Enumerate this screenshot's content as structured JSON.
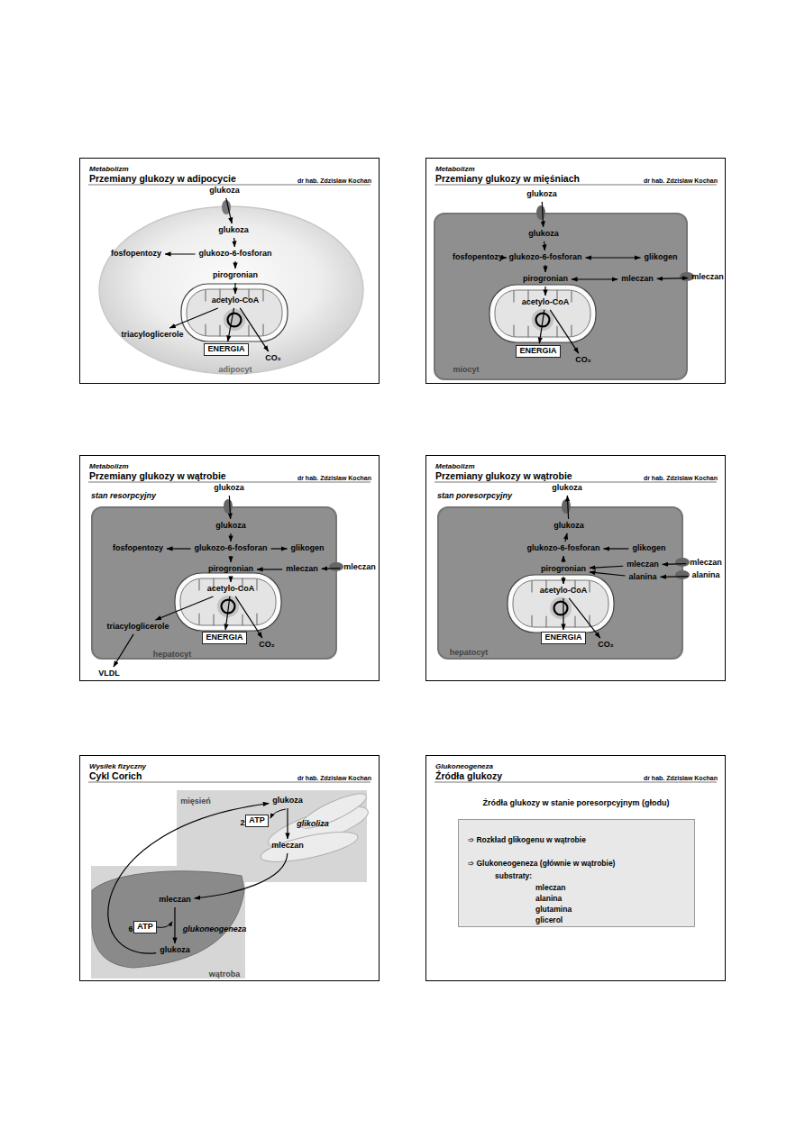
{
  "diagram": {
    "nodes": [
      {
        "text": [
          "Metabolizm",
          "Przemiany glukozy w adipocycie",
          "dr hab. Zdzislaw Kochan"
        ]
      },
      {
        "text": [
          "adipocyt"
        ],
        "in": 0
      },
      {
        "text": [
          "glukoza"
        ],
        "in": 0
      },
      {
        "text": [
          "glukoza"
        ],
        "in": 1
      },
      {
        "text": [
          "glukozo-6-fosforan"
        ],
        "in": 1
      },
      {
        "text": [
          "fosfopentozy"
        ],
        "in": 1
      },
      {
        "text": [
          "pirogronian"
        ],
        "in": 1
      },
      {
        "text": [
          "acetylo-CoA"
        ],
        "in": 1
      },
      {
        "text": [
          "triacyloglicerole"
        ],
        "in": 1
      },
      {
        "text": [
          "ENERGIA"
        ],
        "in": 1
      },
      {
        "text": [
          "CO₂"
        ],
        "in": 1
      },
      {
        "text": [
          "Metabolizm",
          "Przemiany glukozy w mięśniach",
          "dr hab. Zdzislaw Kochan"
        ]
      },
      {
        "text": [
          "miocyt"
        ],
        "in": 11
      },
      {
        "text": [
          "glukoza"
        ],
        "in": 11
      },
      {
        "text": [
          "glukoza"
        ],
        "in": 12
      },
      {
        "text": [
          "fosfopentozy"
        ],
        "in": 12
      },
      {
        "text": [
          "glukozo-6-fosforan"
        ],
        "in": 12
      },
      {
        "text": [
          "glikogen"
        ],
        "in": 12
      },
      {
        "text": [
          "pirogronian"
        ],
        "in": 12
      },
      {
        "text": [
          "mleczan"
        ],
        "in": 12
      },
      {
        "text": [
          "mleczan"
        ],
        "in": 11
      },
      {
        "text": [
          "acetylo-CoA"
        ],
        "in": 12
      },
      {
        "text": [
          "ENERGIA"
        ],
        "in": 12
      },
      {
        "text": [
          "CO₂"
        ],
        "in": 12
      },
      {
        "text": [
          "Metabolizm",
          "Przemiany glukozy w wątrobie",
          "dr hab. Zdzislaw Kochan"
        ]
      },
      {
        "text": [
          "hepatocyt"
        ],
        "in": 24
      },
      {
        "text": [
          "glukoza"
        ],
        "in": 24
      },
      {
        "text": [
          "glukoza"
        ],
        "in": 25
      },
      {
        "text": [
          "fosfopentozy"
        ],
        "in": 25
      },
      {
        "text": [
          "glukozo-6-fosforan"
        ],
        "in": 25
      },
      {
        "text": [
          "glikogen"
        ],
        "in": 25
      },
      {
        "text": [
          "pirogronian"
        ],
        "in": 25
      },
      {
        "text": [
          "mleczan"
        ],
        "in": 25
      },
      {
        "text": [
          "mleczan"
        ],
        "in": 24
      },
      {
        "text": [
          "acetylo-CoA"
        ],
        "in": 25
      },
      {
        "text": [
          "triacyloglicerole"
        ],
        "in": 25
      },
      {
        "text": [
          "ENERGIA"
        ],
        "in": 25
      },
      {
        "text": [
          "CO₂"
        ],
        "in": 25
      },
      {
        "text": [
          "VLDL"
        ],
        "in": 24
      },
      {
        "text": [
          "Metabolizm",
          "Przemiany glukozy w wątrobie",
          "dr hab. Zdzislaw Kochan"
        ]
      },
      {
        "text": [
          "hepatocyt"
        ],
        "in": 39
      },
      {
        "text": [
          "glukoza"
        ],
        "in": 39
      },
      {
        "text": [
          "glukoza"
        ],
        "in": 40
      },
      {
        "text": [
          "glukozo-6-fosforan"
        ],
        "in": 40
      },
      {
        "text": [
          "glikogen"
        ],
        "in": 40
      },
      {
        "text": [
          "pirogronian"
        ],
        "in": 40
      },
      {
        "text": [
          "mleczan"
        ],
        "in": 40
      },
      {
        "text": [
          "alanina"
        ],
        "in": 40
      },
      {
        "text": [
          "mleczan"
        ],
        "in": 39
      },
      {
        "text": [
          "alanina"
        ],
        "in": 39
      },
      {
        "text": [
          "acetylo-CoA"
        ],
        "in": 40
      },
      {
        "text": [
          "ENERGIA"
        ],
        "in": 40
      },
      {
        "text": [
          "CO₂"
        ],
        "in": 40
      },
      {
        "text": [
          "Wysiłek fizyczny",
          "Cykl Corich",
          "dr hab. Zdzislaw Kochan"
        ]
      },
      {
        "text": [
          "mięsień"
        ],
        "in": 53
      },
      {
        "text": [
          "glukoza"
        ],
        "in": 54
      },
      {
        "text": [
          "ATP"
        ],
        "in": 54
      },
      {
        "text": [
          "mleczan"
        ],
        "in": 54
      },
      {
        "text": [
          "wątroba"
        ],
        "in": 53
      },
      {
        "text": [
          "mleczan"
        ],
        "in": 58
      },
      {
        "text": [
          "ATP"
        ],
        "in": 58
      },
      {
        "text": [
          "glukoza"
        ],
        "in": 58
      },
      {
        "text": [
          "Glukoneogeneza",
          "Źródła glukozy",
          "dr hab. Zdzislaw Kochan"
        ]
      },
      {
        "text": [
          "➩ Rozkład glikogenu w wątrobie",
          "➩ Glukoneogeneza (głównie w wątrobie)",
          "substraty:",
          "mleczan",
          "alanina",
          "glutamina",
          "glicerol"
        ],
        "in": 62
      }
    ],
    "edges": [
      {
        "from": 2,
        "to": 3,
        "arrow": "to"
      },
      {
        "from": 3,
        "to": 4,
        "arrow": "to"
      },
      {
        "from": 4,
        "to": 5,
        "arrow": "to"
      },
      {
        "from": 4,
        "to": 6,
        "arrow": "to"
      },
      {
        "from": 6,
        "to": 7,
        "arrow": "to"
      },
      {
        "from": 7,
        "to": 8,
        "arrow": "to"
      },
      {
        "from": 7,
        "to": 9,
        "arrow": "to"
      },
      {
        "from": 7,
        "to": 10,
        "arrow": "to"
      },
      {
        "from": 13,
        "to": 14,
        "arrow": "to"
      },
      {
        "from": 14,
        "to": 16,
        "arrow": "to"
      },
      {
        "from": 16,
        "to": 15,
        "arrow": "to"
      },
      {
        "from": 16,
        "to": 17,
        "arrow": "both"
      },
      {
        "from": 16,
        "to": 18,
        "arrow": "to"
      },
      {
        "from": 18,
        "to": 19,
        "arrow": "both"
      },
      {
        "from": 19,
        "to": 20,
        "arrow": "both"
      },
      {
        "from": 18,
        "to": 21,
        "arrow": "to"
      },
      {
        "from": 21,
        "to": 22,
        "arrow": "to"
      },
      {
        "from": 21,
        "to": 23,
        "arrow": "to"
      },
      {
        "from": 26,
        "to": 27,
        "arrow": "to"
      },
      {
        "from": 27,
        "to": 29,
        "arrow": "to"
      },
      {
        "from": 29,
        "to": 28,
        "arrow": "to"
      },
      {
        "from": 29,
        "to": 30,
        "arrow": "to"
      },
      {
        "from": 29,
        "to": 31,
        "arrow": "to"
      },
      {
        "from": 32,
        "to": 31,
        "arrow": "to"
      },
      {
        "from": 33,
        "to": 32,
        "arrow": "to"
      },
      {
        "from": 31,
        "to": 34,
        "arrow": "to"
      },
      {
        "from": 34,
        "to": 35,
        "arrow": "to"
      },
      {
        "from": 35,
        "to": 38,
        "arrow": "to"
      },
      {
        "from": 34,
        "to": 36,
        "arrow": "to"
      },
      {
        "from": 34,
        "to": 37,
        "arrow": "to"
      },
      {
        "from": 42,
        "to": 41,
        "arrow": "to"
      },
      {
        "from": 43,
        "to": 42,
        "arrow": "to"
      },
      {
        "from": 44,
        "to": 43,
        "arrow": "to"
      },
      {
        "from": 45,
        "to": 43,
        "arrow": "to"
      },
      {
        "from": 46,
        "to": 45,
        "arrow": "to"
      },
      {
        "from": 47,
        "to": 45,
        "arrow": "to"
      },
      {
        "from": 48,
        "to": 46,
        "arrow": "to"
      },
      {
        "from": 49,
        "to": 47,
        "arrow": "to"
      },
      {
        "from": 45,
        "to": 50,
        "arrow": "to"
      },
      {
        "from": 50,
        "to": 51,
        "arrow": "to"
      },
      {
        "from": 50,
        "to": 52,
        "arrow": "to"
      },
      {
        "from": 55,
        "to": 57,
        "arrow": "to"
      },
      {
        "from": 57,
        "to": 59,
        "arrow": "to"
      },
      {
        "from": 59,
        "to": 61,
        "arrow": "to"
      },
      {
        "from": 61,
        "to": 55,
        "arrow": "to"
      }
    ],
    "labels": [
      "stan resorpcyjny",
      "stan poresorpcyjny",
      "2",
      "glikoliza",
      "6",
      "glukoneogeneza",
      "Źródła glukozy w stanie poresorpcyjnym (głodu)"
    ]
  }
}
